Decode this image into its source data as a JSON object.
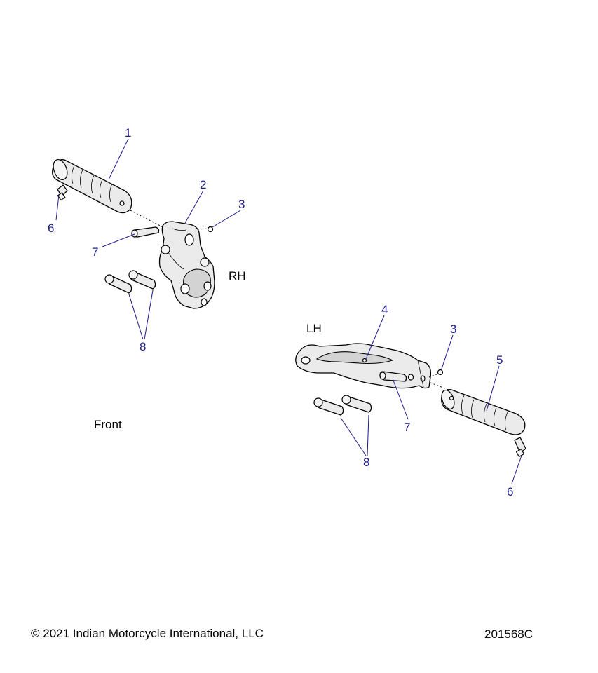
{
  "diagram": {
    "labels": {
      "rh": "RH",
      "lh": "LH",
      "front": "Front"
    },
    "callouts": {
      "c1": "1",
      "c2": "2",
      "c3_rh": "3",
      "c3_lh": "3",
      "c4": "4",
      "c5": "5",
      "c6_rh": "6",
      "c6_lh": "6",
      "c7_rh": "7",
      "c7_lh": "7",
      "c8_rh": "8",
      "c8_lh": "8"
    },
    "callout_color": "#1a1a8c"
  },
  "footer": {
    "copyright": "© 2021 Indian Motorcycle International, LLC",
    "part_number": "201568C"
  }
}
